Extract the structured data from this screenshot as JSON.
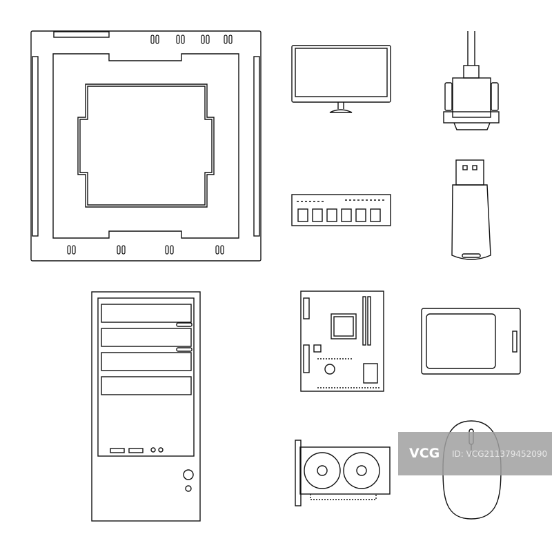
{
  "icons": [
    "cpu-socket",
    "monitor",
    "vga-connector",
    "ram-module",
    "usb-flash-drive",
    "pc-tower",
    "motherboard",
    "ssd",
    "graphics-card",
    "computer-mouse"
  ],
  "watermark": {
    "logo": "VCG",
    "id_text": "ID: VCG211379452090"
  },
  "colors": {
    "stroke": "#111111",
    "background": "#ffffff",
    "watermark": "#a0a0a0"
  }
}
